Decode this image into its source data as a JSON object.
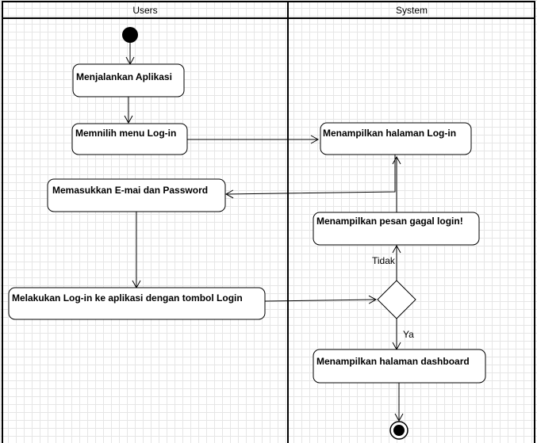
{
  "swimlanes": {
    "users": "Users",
    "system": "System"
  },
  "nodes": {
    "run_app": "Menjalankan Aplikasi",
    "choose_login_menu": "Memnilih menu Log-in",
    "enter_credentials": "Memasukkan E-mai dan Password",
    "do_login": "Melakukan Log-in ke aplikasi dengan tombol Login",
    "show_login_page": "Menampilkan halaman Log-in",
    "show_login_failed": "Menampilkan pesan gagal login!",
    "show_dashboard": "Menampilkan halaman dashboard"
  },
  "decision_labels": {
    "no": "Tidak",
    "yes": "Ya"
  }
}
